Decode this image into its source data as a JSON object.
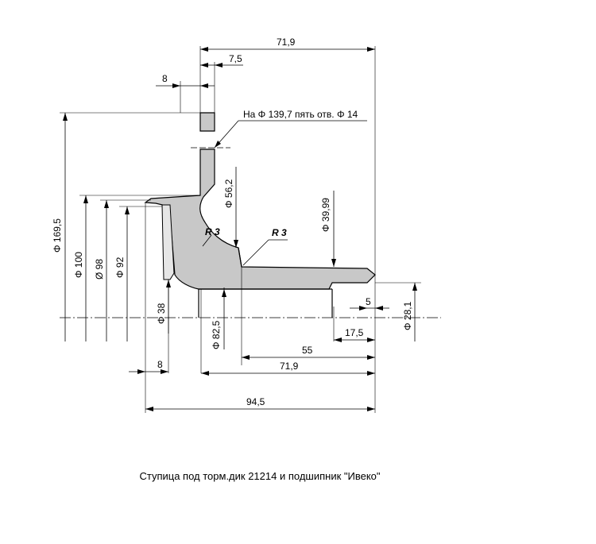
{
  "dimensions": {
    "d71_9_top": "71,9",
    "d7_5": "7,5",
    "d8_top": "8",
    "note_holes": "На Φ 139,7 пять отв. Φ 14",
    "d56_2": "Φ 56,2",
    "d39_99": "Φ 39,99",
    "r3_left": "R 3",
    "r3_right": "R 3",
    "d169_5": "Φ 169,5",
    "d100": "Φ 100",
    "d98": "Ø 98",
    "d92": "Φ 92",
    "d38": "Φ 38",
    "d82_5": "Φ 82,5",
    "d28_1": "Φ 28,1",
    "d5": "5",
    "d17_5": "17,5",
    "d55": "55",
    "d8_bottom": "8",
    "d71_9_bottom": "71,9",
    "d94_5": "94,5"
  },
  "caption": "Ступица под торм.дик 21214 и подшипник \"Ивеко\""
}
